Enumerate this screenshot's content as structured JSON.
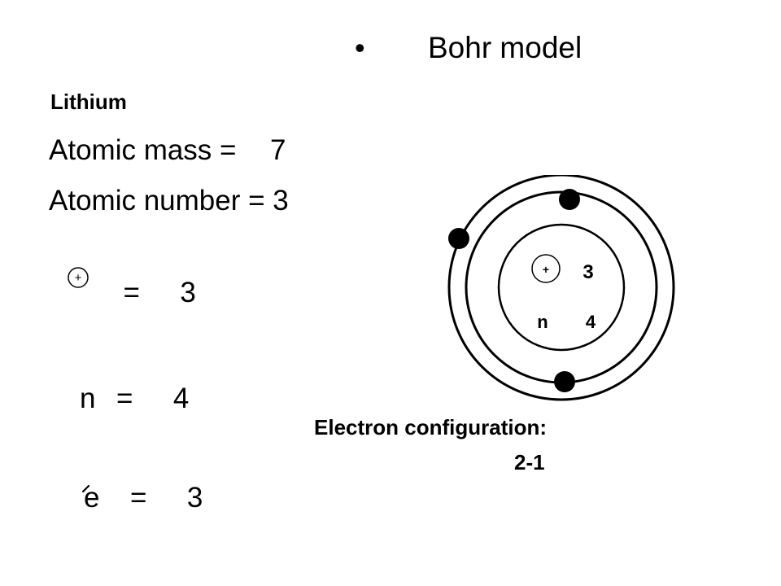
{
  "title": {
    "bullet": "•",
    "text": "Bohr model"
  },
  "element": {
    "name": "Lithium",
    "atomic_mass_label": "Atomic mass =",
    "atomic_mass_value": "7",
    "atomic_number_label": "Atomic number =",
    "atomic_number_value": "3"
  },
  "counts": {
    "proton_symbol": "+",
    "proton_equals": "=",
    "proton_value": "3",
    "neutron_symbol": "n",
    "neutron_equals": "=",
    "neutron_value": "4",
    "electron_symbol": "e",
    "electron_equals": "=",
    "electron_value": "3"
  },
  "diagram": {
    "nucleus_proton_symbol": "+",
    "nucleus_proton_count": "3",
    "nucleus_neutron_symbol": "n",
    "nucleus_neutron_count": "4",
    "shell_electron_counts": [
      2,
      1
    ]
  },
  "configuration": {
    "label": "Electron configuration:",
    "value": "2-1"
  }
}
